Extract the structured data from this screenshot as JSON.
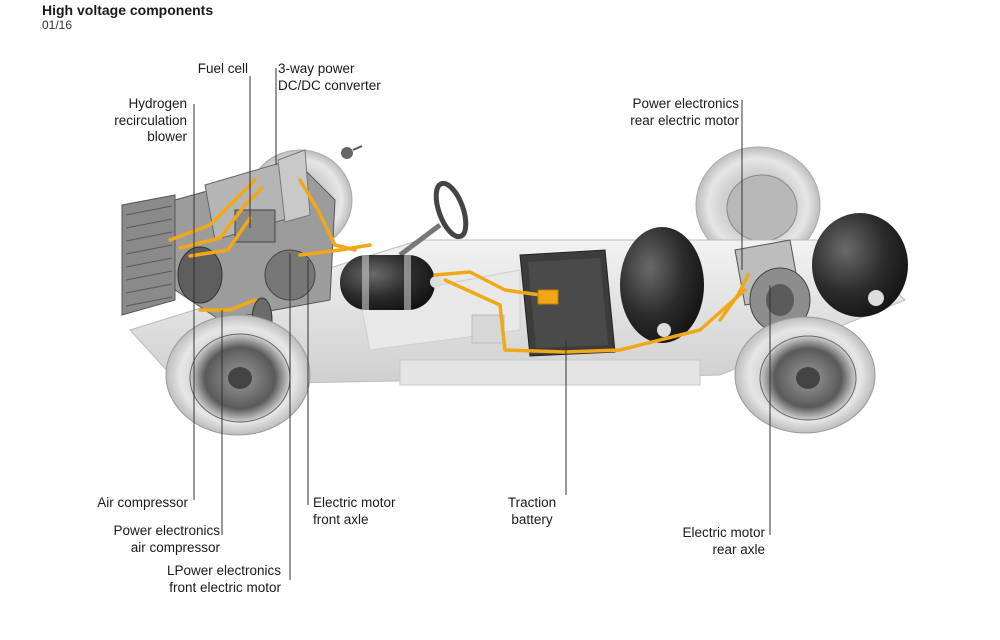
{
  "header": {
    "title": "High voltage components",
    "page": "01/16"
  },
  "labels": {
    "fuel_cell": [
      "Fuel cell"
    ],
    "dcdc_converter": [
      "3-way power",
      "DC/DC converter"
    ],
    "hydrogen_blower": [
      "Hydrogen",
      "recirculation",
      "blower"
    ],
    "power_electronics_rear": [
      "Power electronics",
      "rear electric motor"
    ],
    "air_compressor": [
      "Air compressor"
    ],
    "power_electronics_air": [
      "Power electronics",
      "air compressor"
    ],
    "power_electronics_front": [
      "LPower electronics",
      "front electric motor"
    ],
    "electric_motor_front": [
      "Electric motor",
      "front axle"
    ],
    "traction_battery": [
      "Traction",
      "battery"
    ],
    "electric_motor_rear": [
      "Electric motor",
      "rear axle"
    ]
  },
  "colors": {
    "cable": "#f0a818",
    "leader_line": "#333333",
    "tank": "#2a2a2a",
    "battery": "#3a3a3a",
    "chassis": "#d9d9d9"
  }
}
